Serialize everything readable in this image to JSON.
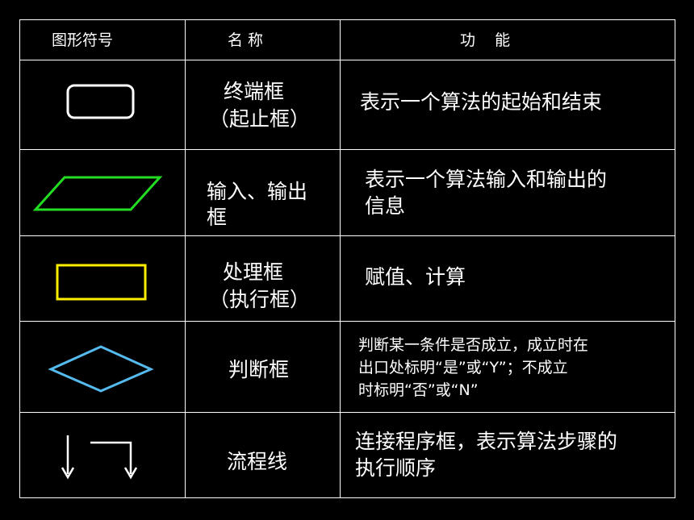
{
  "table": {
    "headers": {
      "symbol": "图形符号",
      "name": "名 称",
      "function": "功    能"
    },
    "rows": [
      {
        "shape": "rounded-rectangle-icon",
        "shape_color": "#ffffff",
        "name_line1": "终端框",
        "name_line2": "（起止框）",
        "function_line1": "表示一个算法的起始和结束",
        "function_line2": ""
      },
      {
        "shape": "parallelogram-icon",
        "shape_color": "#22dd22",
        "name_line1": "输入、输出",
        "name_line2": "框",
        "function_line1": "表示一个算法输入和输出的",
        "function_line2": "信息"
      },
      {
        "shape": "rectangle-icon",
        "shape_color": "#ffee00",
        "name_line1": "处理框",
        "name_line2": "（执行框）",
        "function_line1": "赋值、计算",
        "function_line2": ""
      },
      {
        "shape": "diamond-icon",
        "shape_color": "#55bbee",
        "name_line1": "判断框",
        "name_line2": "",
        "function_line1": "判断某一条件是否成立，成立时在",
        "function_line2": "出口处标明“是”或“Y”；不成立",
        "function_line3": "时标明“否”或“N”"
      },
      {
        "shape": "flow-arrows-icon",
        "shape_color": "#ffffff",
        "name_line1": "流程线",
        "name_line2": "",
        "function_line1": "连接程序框，表示算法步骤的",
        "function_line2": "执行顺序"
      }
    ]
  }
}
